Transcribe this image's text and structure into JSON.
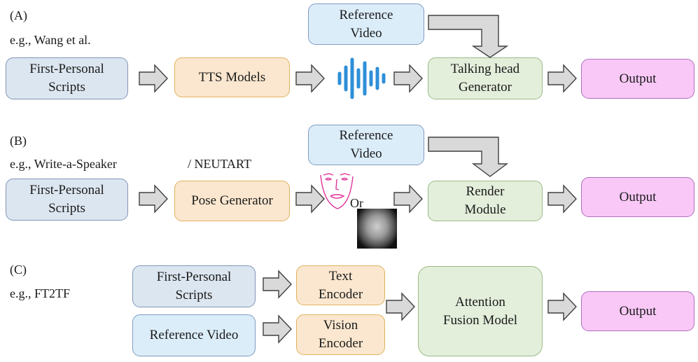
{
  "panel_a": {
    "tag": "(A)",
    "example": "e.g., Wang et al.",
    "scripts": [
      "First-Personal",
      "Scripts"
    ],
    "tts": "TTS Models",
    "reference": [
      "Reference",
      "Video"
    ],
    "generator": [
      "Talking head",
      "Generator"
    ],
    "output": "Output"
  },
  "panel_b": {
    "tag": "(B)",
    "example": "e.g., Write-a-Speaker",
    "example2": "/ NEUTART",
    "scripts": [
      "First-Personal",
      "Scripts"
    ],
    "pose": "Pose Generator",
    "or": "Or",
    "reference": [
      "Reference",
      "Video"
    ],
    "render": [
      "Render",
      "Module"
    ],
    "output": "Output"
  },
  "panel_c": {
    "tag": "(C)",
    "example": "e.g., FT2TF",
    "scripts": [
      "First-Personal",
      "Scripts"
    ],
    "reference": "Reference Video",
    "text_enc": [
      "Text",
      "Encoder"
    ],
    "vision_enc": [
      "Vision",
      "Encoder"
    ],
    "fusion": [
      "Attention",
      "Fusion Model"
    ],
    "output": "Output"
  },
  "colors": {
    "scripts": "#dce6f0",
    "models": "#fbe7cf",
    "generator": "#e3eedb",
    "output": "#f9c8f7",
    "reference": "#dcedfa",
    "waveform": "#2f8fd8",
    "face_landmarks": "#e0339a"
  },
  "icons": [
    "audio-waveform-icon",
    "face-landmark-icon",
    "3d-face-render-icon"
  ]
}
